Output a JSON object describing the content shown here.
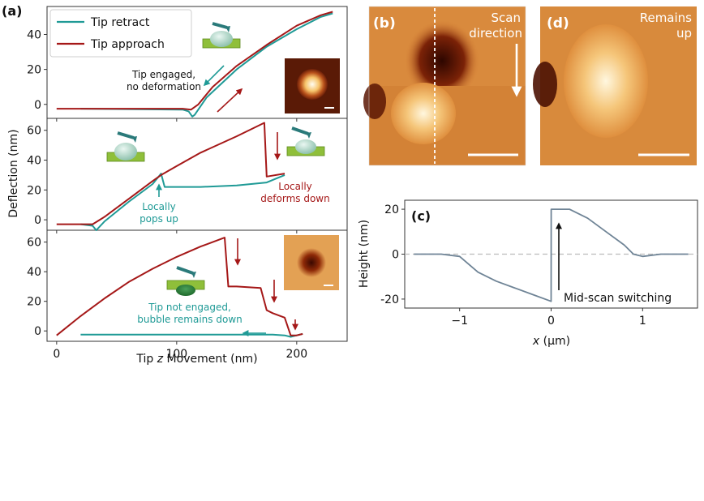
{
  "colors": {
    "retract": "#1f9a96",
    "approach": "#a51818",
    "profile": "#6f8496",
    "panel_frame": "#333333",
    "zero_dash": "#bbbbbb"
  },
  "panel_a": {
    "label": "(a)",
    "xlabel_prefix": "Tip ",
    "xlabel_var": "z",
    "xlabel_suffix": " Movement (nm)",
    "ylabel": "Deflection (nm)",
    "legend": [
      "Tip retract",
      "Tip approach"
    ],
    "annotations": {
      "engaged": [
        "Tip engaged,",
        "no deformation"
      ],
      "pops_up": [
        "Locally",
        "pops up"
      ],
      "deforms_down": [
        "Locally",
        "deforms down"
      ],
      "not_engaged": [
        "Tip not engaged,",
        "bubble remains down"
      ]
    }
  },
  "panel_b": {
    "label": "(b)",
    "text": [
      "Scan",
      "direction"
    ]
  },
  "panel_d": {
    "label": "(d)",
    "text": [
      "Remains",
      "up"
    ]
  },
  "panel_c": {
    "label": "(c)",
    "ylabel": "Height (nm)",
    "xlabel_var": "x",
    "xlabel_unit": " (μm)",
    "annotation": "Mid-scan switching"
  },
  "chart_data": [
    {
      "type": "line",
      "panel": "a-top",
      "xlim": [
        -8,
        242
      ],
      "ylim": [
        -8,
        56
      ],
      "xticks": [
        0,
        100,
        200
      ],
      "yticks": [
        0,
        20,
        40
      ],
      "series": [
        {
          "name": "Tip retract",
          "x": [
            20,
            105,
            110,
            113,
            115,
            125,
            150,
            175,
            200,
            220,
            230
          ],
          "y": [
            -2.5,
            -3,
            -4,
            -7,
            -6,
            4,
            20,
            33,
            43,
            50,
            52
          ]
        },
        {
          "name": "Tip approach",
          "x": [
            0,
            60,
            105,
            112,
            118,
            130,
            150,
            175,
            200,
            220,
            230
          ],
          "y": [
            -2.5,
            -2.5,
            -2.5,
            -3,
            0,
            10,
            22,
            34,
            45,
            51,
            53
          ]
        }
      ]
    },
    {
      "type": "line",
      "panel": "a-middle",
      "xlim": [
        -8,
        242
      ],
      "ylim": [
        -7,
        68
      ],
      "xticks": [
        0,
        100,
        200
      ],
      "yticks": [
        0,
        20,
        40,
        60
      ],
      "series": [
        {
          "name": "Tip retract",
          "x": [
            20,
            30,
            33,
            40,
            60,
            80,
            87,
            90,
            100,
            120,
            150,
            175,
            190
          ],
          "y": [
            -3,
            -4,
            -7,
            -1,
            12,
            24,
            31,
            22,
            22,
            22,
            23,
            25,
            30
          ]
        },
        {
          "name": "Tip approach",
          "x": [
            0,
            25,
            30,
            40,
            60,
            80,
            87,
            100,
            120,
            150,
            173,
            175,
            190
          ],
          "y": [
            -3,
            -3,
            -3,
            2,
            14,
            26,
            30,
            36,
            45,
            56,
            65,
            29,
            31
          ]
        }
      ]
    },
    {
      "type": "line",
      "panel": "a-bottom",
      "xlim": [
        -8,
        242
      ],
      "ylim": [
        -7,
        68
      ],
      "xticks": [
        0,
        100,
        200
      ],
      "yticks": [
        0,
        20,
        40,
        60
      ],
      "series": [
        {
          "name": "Tip retract",
          "x": [
            20,
            60,
            100,
            140,
            180,
            190,
            195,
            200,
            205
          ],
          "y": [
            -2.5,
            -2.5,
            -2.5,
            -2.5,
            -2.5,
            -3,
            -4,
            -3,
            -2
          ]
        },
        {
          "name": "Tip approach",
          "x": [
            0,
            20,
            40,
            60,
            80,
            100,
            120,
            140,
            143,
            150,
            170,
            175,
            180,
            190,
            195,
            200,
            205
          ],
          "y": [
            -3,
            10,
            22,
            33,
            42,
            50,
            57,
            63,
            30,
            30,
            29,
            14,
            12,
            9,
            -3,
            -3,
            -2
          ]
        }
      ]
    },
    {
      "type": "line",
      "panel": "c",
      "xlabel": "x (μm)",
      "ylabel": "Height (nm)",
      "xlim": [
        -1.6,
        1.6
      ],
      "ylim": [
        -24,
        24
      ],
      "xticks": [
        -1,
        0,
        1
      ],
      "yticks": [
        -20,
        0,
        20
      ],
      "series": [
        {
          "name": "",
          "x": [
            -1.5,
            -1.2,
            -1.0,
            -0.8,
            -0.6,
            -0.4,
            -0.2,
            0.0,
            0.001,
            0.2,
            0.4,
            0.6,
            0.8,
            0.9,
            1.0,
            1.2,
            1.5
          ],
          "y": [
            0,
            0,
            -1,
            -8,
            -12,
            -15,
            -18,
            -21,
            20,
            20,
            16,
            10,
            4,
            0,
            -1,
            0,
            0
          ]
        }
      ]
    }
  ]
}
